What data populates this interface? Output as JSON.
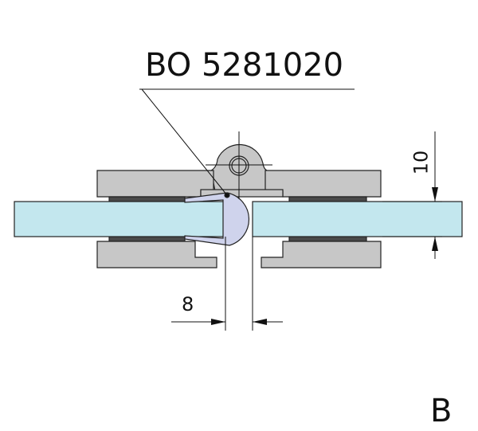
{
  "part_label": "BO 5281020",
  "dimensions": {
    "thickness": "10",
    "gap": "8"
  },
  "view_label": "B",
  "colors": {
    "glass": "#c3e7ee",
    "metal": "#c7c7c7",
    "gasket": "#4a4a4a",
    "seal": "#cfd3ec"
  }
}
